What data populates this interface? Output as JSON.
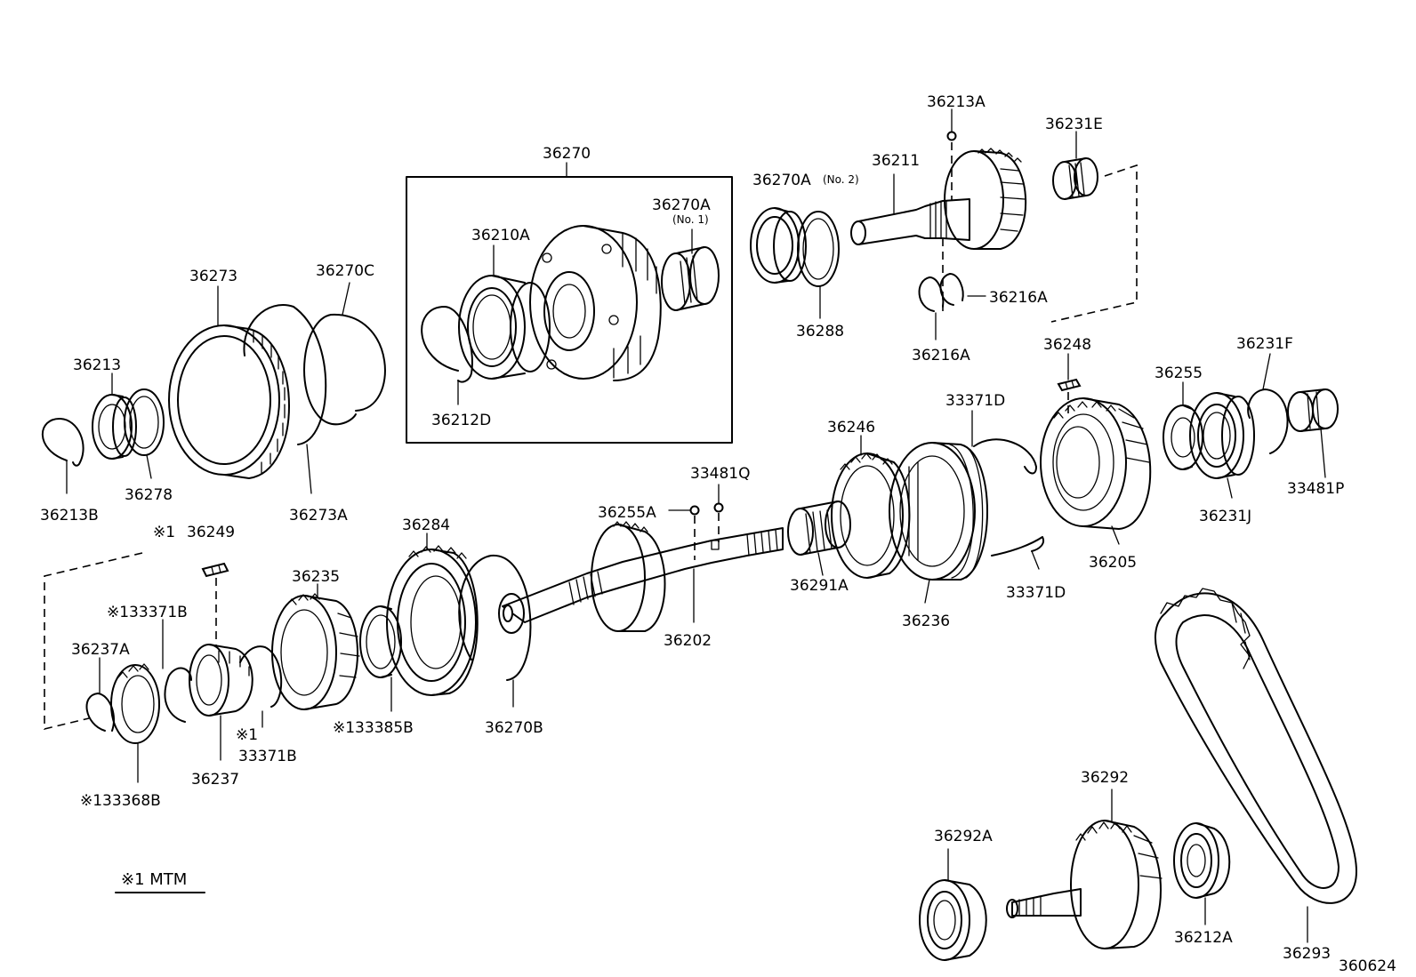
{
  "labels": {
    "p36270": "36270",
    "p36210A": "36210A",
    "p36270A_no1": "36270A",
    "p36270A_no1_note": "(No. 1)",
    "p36212D": "36212D",
    "p36270A_no2": "36270A",
    "p36270A_no2_note": "(No. 2)",
    "p36211": "36211",
    "p36213A": "36213A",
    "p36231E": "36231E",
    "p36288": "36288",
    "p36216A_right": "36216A",
    "p36216A_bottom": "36216A",
    "p36273": "36273",
    "p36270C": "36270C",
    "p36213": "36213",
    "p36278": "36278",
    "p36213B": "36213B",
    "p36273A": "36273A",
    "p36248": "36248",
    "p36231F": "36231F",
    "p36255": "36255",
    "p33371D_top": "33371D",
    "p36246": "36246",
    "p33481Q": "33481Q",
    "p36255A": "36255A",
    "p33481P": "33481P",
    "p36231J": "36231J",
    "p36205": "36205",
    "p33371D_bottom": "33371D",
    "p36236": "36236",
    "p36291A": "36291A",
    "p36202": "36202",
    "p36270B": "36270B",
    "p36284": "36284",
    "p36235": "36235",
    "p36249": "36249",
    "p36249_mark": "※1",
    "p33371B_top": "※133371B",
    "p36237A": "36237A",
    "p36237": "36237",
    "p33371B_mark": "※1",
    "p33371B_bottom": "33371B",
    "p133385B": "※133385B",
    "p33368B": "※133368B",
    "p36292": "36292",
    "p36292A": "36292A",
    "p36212A": "36212A",
    "p36293": "36293",
    "legend": "※1 MTM",
    "figure_id": "360624"
  }
}
